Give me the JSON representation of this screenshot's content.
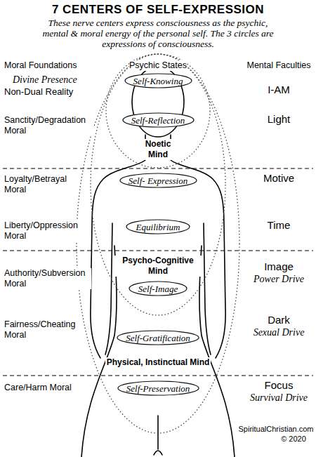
{
  "diagram": {
    "title": "7 CENTERS OF SELF-EXPRESSION",
    "nodes": [
      {
        "text": [
          "Physical, Instinctual Mind"
        ]
      },
      {
        "text": [
          "Psycho-Cognitive Mind"
        ],
        "in": 0
      },
      {
        "text": [
          "Noetic Mind"
        ],
        "in": 1
      },
      {
        "text": [
          "Self-Knowing"
        ],
        "in": 2
      },
      {
        "text": [
          "Self-Reflection"
        ],
        "in": 2
      },
      {
        "text": [
          "Self- Expression"
        ],
        "in": 1
      },
      {
        "text": [
          "Equilibrium"
        ],
        "in": 1
      },
      {
        "text": [
          "Self-Image"
        ],
        "in": 1
      },
      {
        "text": [
          "Self-Gratification"
        ],
        "in": 0
      },
      {
        "text": [
          "Self-Preservation"
        ],
        "in": 0
      }
    ],
    "labels": [
      "These nerve centers express consciousness as the psychic, mental & moral energy of the personal self. The 3 circles are expressions of consciousness.",
      "Moral Foundations",
      "Psychic States",
      "Mental Faculties",
      "Divine Presence",
      "Non-Dual Reality",
      "I-AM",
      "Sanctity/Degradation Moral",
      "Light",
      "Loyalty/Betrayal Moral",
      "Motive",
      "Liberty/Oppression Moral",
      "Time",
      "Authority/Subversion Moral",
      "Image",
      "Power Drive",
      "Fairness/Cheating Moral",
      "Dark",
      "Sexual Drive",
      "Care/Harm Moral",
      "Focus",
      "Survival Drive",
      "SpiritualChristian.com",
      "© 2020"
    ]
  }
}
